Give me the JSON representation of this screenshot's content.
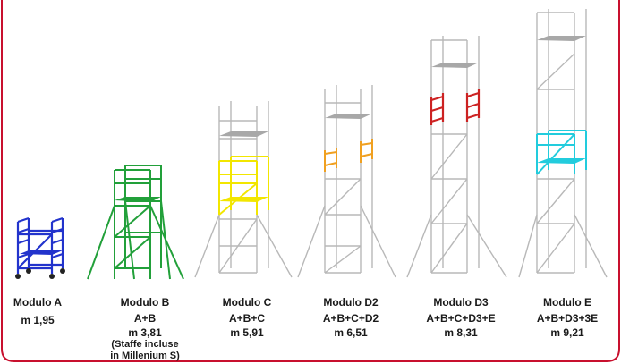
{
  "frame": {
    "color": "#c8102e"
  },
  "modules": [
    {
      "name": "Modulo A",
      "combo": "",
      "height": "m 1,95",
      "note": [],
      "color": "#2233cc",
      "icon": "scaffold-tower-1-level-icon"
    },
    {
      "name": "Modulo B",
      "combo": "A+B",
      "height": "m 3,81",
      "note": [
        "(Staffe incluse",
        "in Millenium S)"
      ],
      "color": "#22a03a",
      "icon": "scaffold-tower-with-outriggers-icon"
    },
    {
      "name": "Modulo C",
      "combo": "A+B+C",
      "height": "m 5,91",
      "note": [],
      "color": "#f2e600",
      "icon": "scaffold-tower-module-c-icon"
    },
    {
      "name": "Modulo D2",
      "combo": "A+B+C+D2",
      "height": "m 6,51",
      "note": [],
      "color": "#f0a020",
      "icon": "scaffold-tower-module-d2-icon"
    },
    {
      "name": "Modulo D3",
      "combo": "A+B+C+D3+E",
      "height": "m 8,31",
      "note": [],
      "color": "#cc2222",
      "icon": "scaffold-tower-module-d3-icon"
    },
    {
      "name": "Modulo E",
      "combo": "A+B+D3+3E",
      "height": "m 9,21",
      "note": [],
      "color": "#22ccdd",
      "icon": "scaffold-tower-module-e-icon"
    }
  ]
}
